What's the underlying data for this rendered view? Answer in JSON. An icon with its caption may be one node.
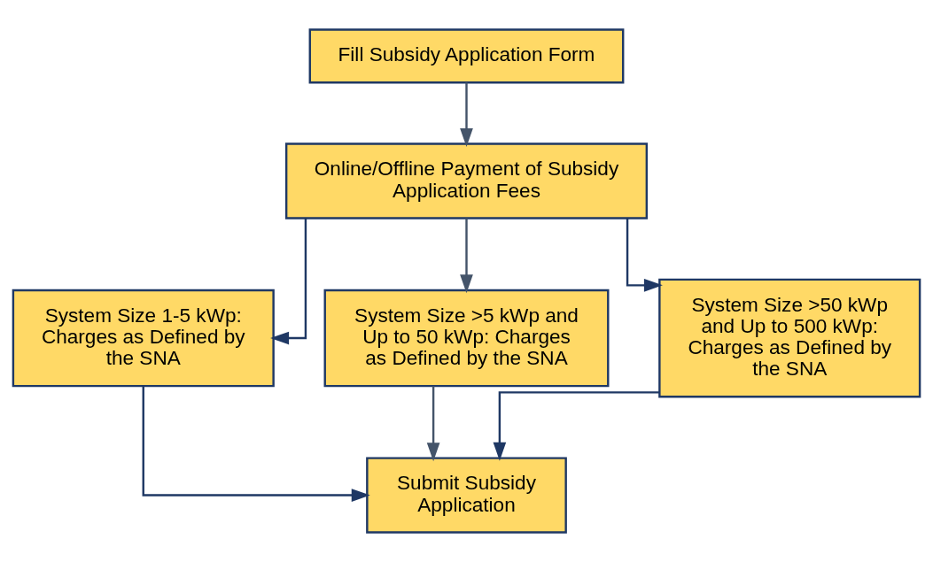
{
  "diagram": {
    "nodes": [
      {
        "text": [
          "Fill Subsidy Application Form"
        ]
      },
      {
        "text": [
          "Online/Offline Payment of Subsidy Application Fees"
        ]
      },
      {
        "text": [
          "System Size 1-5 kWp: Charges as Defined by the SNA"
        ]
      },
      {
        "text": [
          "System Size >5 kWp and Up to 50 kWp: Charges as Defined by the SNA"
        ]
      },
      {
        "text": [
          "System Size >50 kWp and Up to 500 kWp: Charges as Defined by the SNA"
        ]
      },
      {
        "text": [
          "Submit Subsidy Application"
        ]
      }
    ],
    "edges": [
      {
        "from": 0,
        "to": 1,
        "arrow": "to",
        "color": "#44546a"
      },
      {
        "from": 1,
        "to": 2,
        "arrow": "to"
      },
      {
        "from": 1,
        "to": 3,
        "arrow": "to",
        "color": "#44546a"
      },
      {
        "from": 1,
        "to": 4,
        "arrow": "to"
      },
      {
        "from": 2,
        "to": 5,
        "arrow": "to"
      },
      {
        "from": 3,
        "to": 5,
        "arrow": "to",
        "color": "#44546a"
      },
      {
        "from": 4,
        "to": 5,
        "arrow": "to"
      }
    ]
  }
}
